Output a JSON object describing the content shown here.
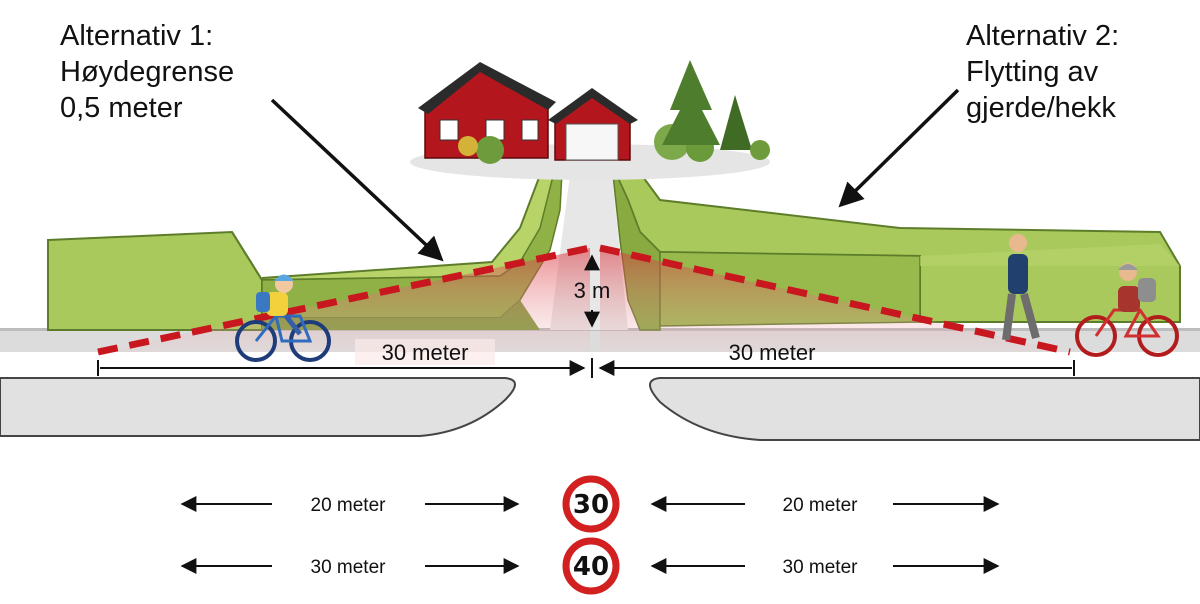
{
  "callouts": {
    "left": "Alternativ 1:\nHøydegrense\n0,5 meter",
    "right": "Alternativ 2:\nFlytting av\ngjerde/hekk"
  },
  "measures": {
    "height": "3 m",
    "left_distance": "30 meter",
    "right_distance": "30 meter"
  },
  "speed_table": [
    {
      "speed": "30",
      "left": "20 meter",
      "right": "20 meter"
    },
    {
      "speed": "40",
      "left": "30 meter",
      "right": "30 meter"
    }
  ],
  "colors": {
    "hedge": "#a9c95c",
    "hedge_dark": "#6f9236",
    "road": "#e1e1e1",
    "sight_line": "#c8171e",
    "sign_ring": "#d21f1f",
    "house": "#b3171d"
  }
}
